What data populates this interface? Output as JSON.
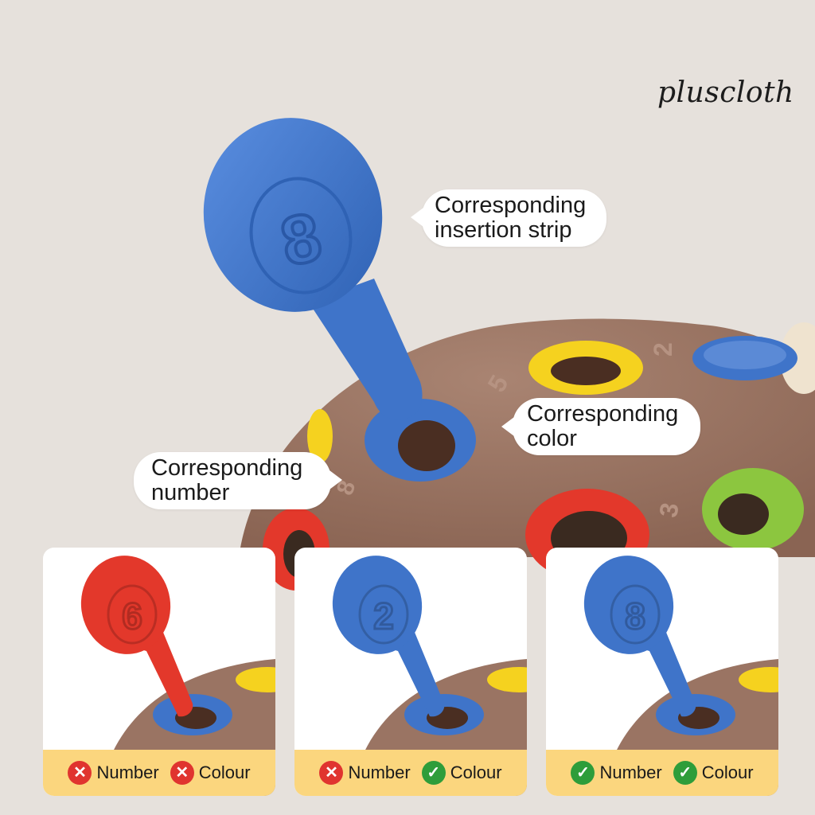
{
  "brand": "pluscloth",
  "callouts": {
    "strip": [
      "Corresponding",
      "insertion strip"
    ],
    "color": [
      "Corresponding",
      "color"
    ],
    "number": [
      "Corresponding",
      "number"
    ]
  },
  "main_peg": {
    "number": "8",
    "color": "#3f74c9"
  },
  "hole_numbers": [
    "8",
    "5",
    "2",
    "3"
  ],
  "cards": [
    {
      "peg_number": "6",
      "peg_color": "#e3382b",
      "number_label": "Number",
      "number_ok": false,
      "colour_label": "Colour",
      "colour_ok": false
    },
    {
      "peg_number": "2",
      "peg_color": "#3f74c9",
      "number_label": "Number",
      "number_ok": false,
      "colour_label": "Colour",
      "colour_ok": true
    },
    {
      "peg_number": "8",
      "peg_color": "#3f74c9",
      "number_label": "Number",
      "number_ok": true,
      "colour_label": "Colour",
      "colour_ok": true
    }
  ],
  "colors": {
    "background": "#e6e1dc",
    "toy_body": "#9a7463",
    "blue": "#3f74c9",
    "yellow": "#f5d21f",
    "green": "#8cc63f",
    "red": "#e3382b",
    "caption_bar": "#fbd67e",
    "cross": "#e0342f",
    "check": "#2e9d3a"
  }
}
